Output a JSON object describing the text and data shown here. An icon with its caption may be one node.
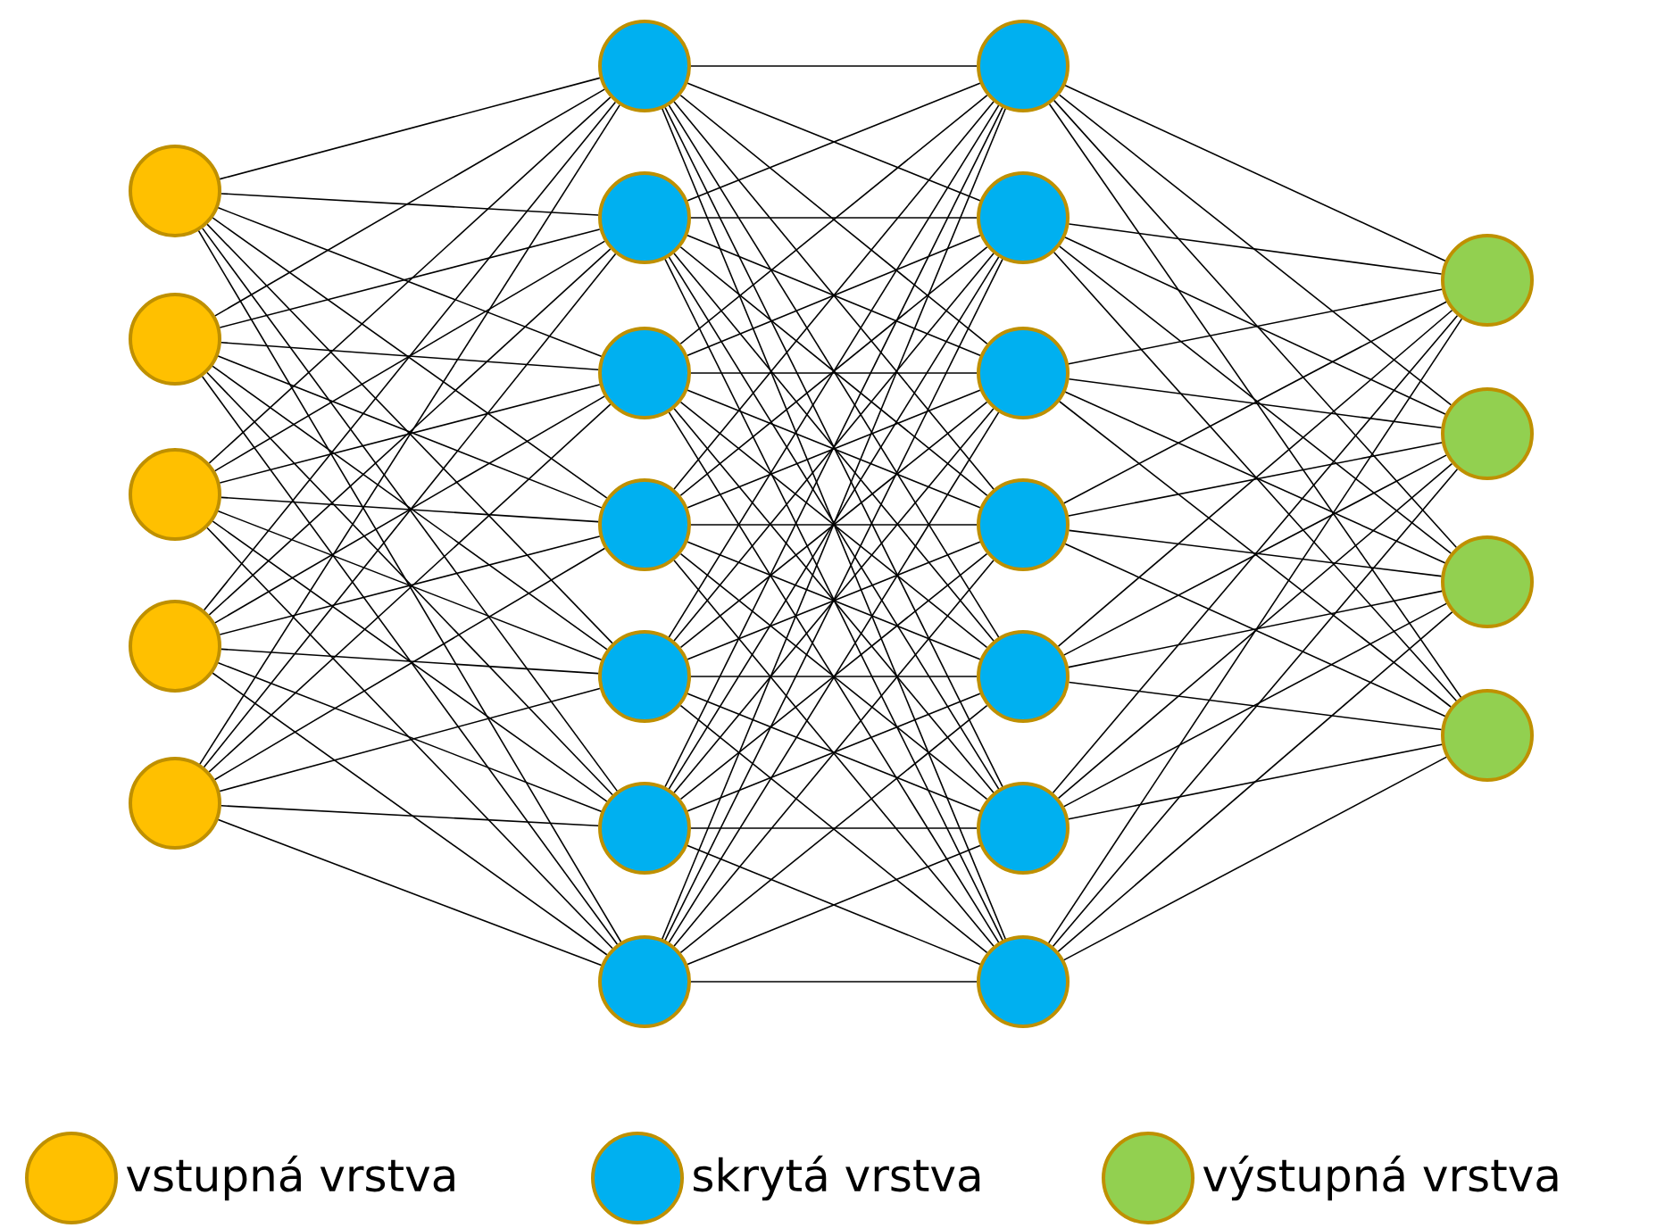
{
  "diagram": {
    "nodes": [
      {
        "text": [],
        "shape": "circle"
      },
      {
        "text": [],
        "shape": "circle"
      },
      {
        "text": [],
        "shape": "circle"
      },
      {
        "text": [],
        "shape": "circle"
      },
      {
        "text": [],
        "shape": "circle"
      },
      {
        "text": [],
        "shape": "circle"
      },
      {
        "text": [],
        "shape": "circle"
      },
      {
        "text": [],
        "shape": "circle"
      },
      {
        "text": [],
        "shape": "circle"
      },
      {
        "text": [],
        "shape": "circle"
      },
      {
        "text": [],
        "shape": "circle"
      },
      {
        "text": [],
        "shape": "circle"
      },
      {
        "text": [],
        "shape": "circle"
      },
      {
        "text": [],
        "shape": "circle"
      },
      {
        "text": [],
        "shape": "circle"
      },
      {
        "text": [],
        "shape": "circle"
      },
      {
        "text": [],
        "shape": "circle"
      },
      {
        "text": [],
        "shape": "circle"
      },
      {
        "text": [],
        "shape": "circle"
      },
      {
        "text": [],
        "shape": "circle"
      },
      {
        "text": [],
        "shape": "circle"
      },
      {
        "text": [],
        "shape": "circle"
      },
      {
        "text": [],
        "shape": "circle"
      }
    ],
    "edges": [
      {
        "from": 0,
        "to": 5,
        "arrow": "none"
      },
      {
        "from": 0,
        "to": 6,
        "arrow": "none"
      },
      {
        "from": 0,
        "to": 7,
        "arrow": "none"
      },
      {
        "from": 0,
        "to": 8,
        "arrow": "none"
      },
      {
        "from": 0,
        "to": 9,
        "arrow": "none"
      },
      {
        "from": 0,
        "to": 10,
        "arrow": "none"
      },
      {
        "from": 0,
        "to": 11,
        "arrow": "none"
      },
      {
        "from": 1,
        "to": 5,
        "arrow": "none"
      },
      {
        "from": 1,
        "to": 6,
        "arrow": "none"
      },
      {
        "from": 1,
        "to": 7,
        "arrow": "none"
      },
      {
        "from": 1,
        "to": 8,
        "arrow": "none"
      },
      {
        "from": 1,
        "to": 9,
        "arrow": "none"
      },
      {
        "from": 1,
        "to": 10,
        "arrow": "none"
      },
      {
        "from": 1,
        "to": 11,
        "arrow": "none"
      },
      {
        "from": 2,
        "to": 5,
        "arrow": "none"
      },
      {
        "from": 2,
        "to": 6,
        "arrow": "none"
      },
      {
        "from": 2,
        "to": 7,
        "arrow": "none"
      },
      {
        "from": 2,
        "to": 8,
        "arrow": "none"
      },
      {
        "from": 2,
        "to": 9,
        "arrow": "none"
      },
      {
        "from": 2,
        "to": 10,
        "arrow": "none"
      },
      {
        "from": 2,
        "to": 11,
        "arrow": "none"
      },
      {
        "from": 3,
        "to": 5,
        "arrow": "none"
      },
      {
        "from": 3,
        "to": 6,
        "arrow": "none"
      },
      {
        "from": 3,
        "to": 7,
        "arrow": "none"
      },
      {
        "from": 3,
        "to": 8,
        "arrow": "none"
      },
      {
        "from": 3,
        "to": 9,
        "arrow": "none"
      },
      {
        "from": 3,
        "to": 10,
        "arrow": "none"
      },
      {
        "from": 3,
        "to": 11,
        "arrow": "none"
      },
      {
        "from": 4,
        "to": 5,
        "arrow": "none"
      },
      {
        "from": 4,
        "to": 6,
        "arrow": "none"
      },
      {
        "from": 4,
        "to": 7,
        "arrow": "none"
      },
      {
        "from": 4,
        "to": 8,
        "arrow": "none"
      },
      {
        "from": 4,
        "to": 9,
        "arrow": "none"
      },
      {
        "from": 4,
        "to": 10,
        "arrow": "none"
      },
      {
        "from": 4,
        "to": 11,
        "arrow": "none"
      },
      {
        "from": 5,
        "to": 12,
        "arrow": "none"
      },
      {
        "from": 5,
        "to": 13,
        "arrow": "none"
      },
      {
        "from": 5,
        "to": 14,
        "arrow": "none"
      },
      {
        "from": 5,
        "to": 15,
        "arrow": "none"
      },
      {
        "from": 5,
        "to": 16,
        "arrow": "none"
      },
      {
        "from": 5,
        "to": 17,
        "arrow": "none"
      },
      {
        "from": 5,
        "to": 18,
        "arrow": "none"
      },
      {
        "from": 6,
        "to": 12,
        "arrow": "none"
      },
      {
        "from": 6,
        "to": 13,
        "arrow": "none"
      },
      {
        "from": 6,
        "to": 14,
        "arrow": "none"
      },
      {
        "from": 6,
        "to": 15,
        "arrow": "none"
      },
      {
        "from": 6,
        "to": 16,
        "arrow": "none"
      },
      {
        "from": 6,
        "to": 17,
        "arrow": "none"
      },
      {
        "from": 6,
        "to": 18,
        "arrow": "none"
      },
      {
        "from": 7,
        "to": 12,
        "arrow": "none"
      },
      {
        "from": 7,
        "to": 13,
        "arrow": "none"
      },
      {
        "from": 7,
        "to": 14,
        "arrow": "none"
      },
      {
        "from": 7,
        "to": 15,
        "arrow": "none"
      },
      {
        "from": 7,
        "to": 16,
        "arrow": "none"
      },
      {
        "from": 7,
        "to": 17,
        "arrow": "none"
      },
      {
        "from": 7,
        "to": 18,
        "arrow": "none"
      },
      {
        "from": 8,
        "to": 12,
        "arrow": "none"
      },
      {
        "from": 8,
        "to": 13,
        "arrow": "none"
      },
      {
        "from": 8,
        "to": 14,
        "arrow": "none"
      },
      {
        "from": 8,
        "to": 15,
        "arrow": "none"
      },
      {
        "from": 8,
        "to": 16,
        "arrow": "none"
      },
      {
        "from": 8,
        "to": 17,
        "arrow": "none"
      },
      {
        "from": 8,
        "to": 18,
        "arrow": "none"
      },
      {
        "from": 9,
        "to": 12,
        "arrow": "none"
      },
      {
        "from": 9,
        "to": 13,
        "arrow": "none"
      },
      {
        "from": 9,
        "to": 14,
        "arrow": "none"
      },
      {
        "from": 9,
        "to": 15,
        "arrow": "none"
      },
      {
        "from": 9,
        "to": 16,
        "arrow": "none"
      },
      {
        "from": 9,
        "to": 17,
        "arrow": "none"
      },
      {
        "from": 9,
        "to": 18,
        "arrow": "none"
      },
      {
        "from": 10,
        "to": 12,
        "arrow": "none"
      },
      {
        "from": 10,
        "to": 13,
        "arrow": "none"
      },
      {
        "from": 10,
        "to": 14,
        "arrow": "none"
      },
      {
        "from": 10,
        "to": 15,
        "arrow": "none"
      },
      {
        "from": 10,
        "to": 16,
        "arrow": "none"
      },
      {
        "from": 10,
        "to": 17,
        "arrow": "none"
      },
      {
        "from": 10,
        "to": 18,
        "arrow": "none"
      },
      {
        "from": 11,
        "to": 12,
        "arrow": "none"
      },
      {
        "from": 11,
        "to": 13,
        "arrow": "none"
      },
      {
        "from": 11,
        "to": 14,
        "arrow": "none"
      },
      {
        "from": 11,
        "to": 15,
        "arrow": "none"
      },
      {
        "from": 11,
        "to": 16,
        "arrow": "none"
      },
      {
        "from": 11,
        "to": 17,
        "arrow": "none"
      },
      {
        "from": 11,
        "to": 18,
        "arrow": "none"
      },
      {
        "from": 12,
        "to": 19,
        "arrow": "none"
      },
      {
        "from": 12,
        "to": 20,
        "arrow": "none"
      },
      {
        "from": 12,
        "to": 21,
        "arrow": "none"
      },
      {
        "from": 12,
        "to": 22,
        "arrow": "none"
      },
      {
        "from": 13,
        "to": 19,
        "arrow": "none"
      },
      {
        "from": 13,
        "to": 20,
        "arrow": "none"
      },
      {
        "from": 13,
        "to": 21,
        "arrow": "none"
      },
      {
        "from": 13,
        "to": 22,
        "arrow": "none"
      },
      {
        "from": 14,
        "to": 19,
        "arrow": "none"
      },
      {
        "from": 14,
        "to": 20,
        "arrow": "none"
      },
      {
        "from": 14,
        "to": 21,
        "arrow": "none"
      },
      {
        "from": 14,
        "to": 22,
        "arrow": "none"
      },
      {
        "from": 15,
        "to": 19,
        "arrow": "none"
      },
      {
        "from": 15,
        "to": 20,
        "arrow": "none"
      },
      {
        "from": 15,
        "to": 21,
        "arrow": "none"
      },
      {
        "from": 15,
        "to": 22,
        "arrow": "none"
      },
      {
        "from": 16,
        "to": 19,
        "arrow": "none"
      },
      {
        "from": 16,
        "to": 20,
        "arrow": "none"
      },
      {
        "from": 16,
        "to": 21,
        "arrow": "none"
      },
      {
        "from": 16,
        "to": 22,
        "arrow": "none"
      },
      {
        "from": 17,
        "to": 19,
        "arrow": "none"
      },
      {
        "from": 17,
        "to": 20,
        "arrow": "none"
      },
      {
        "from": 17,
        "to": 21,
        "arrow": "none"
      },
      {
        "from": 17,
        "to": 22,
        "arrow": "none"
      },
      {
        "from": 18,
        "to": 19,
        "arrow": "none"
      },
      {
        "from": 18,
        "to": 20,
        "arrow": "none"
      },
      {
        "from": 18,
        "to": 21,
        "arrow": "none"
      },
      {
        "from": 18,
        "to": 22,
        "arrow": "none"
      }
    ],
    "legend": [
      {
        "text": "vstupná vrstva",
        "color": "#ffc000"
      },
      {
        "text": "skrytá vrstva",
        "color": "#00b0f0"
      },
      {
        "text": "výstupná vrstva",
        "color": "#92d050"
      }
    ]
  }
}
